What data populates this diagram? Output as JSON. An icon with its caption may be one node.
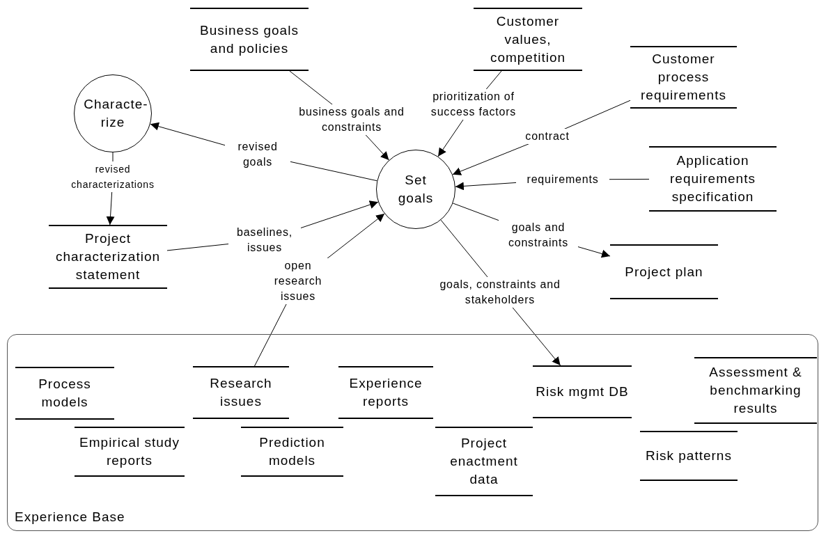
{
  "diagram": {
    "nodes": [
      {
        "text": [
          "Characte-rize"
        ]
      },
      {
        "text": [
          "Business goals and policies"
        ]
      },
      {
        "text": [
          "Customer values, competition"
        ]
      },
      {
        "text": [
          "Customer process requirements"
        ]
      },
      {
        "text": [
          "Set goals"
        ]
      },
      {
        "text": [
          "Application requirements specification"
        ]
      },
      {
        "text": [
          "Project characterization statement"
        ]
      },
      {
        "text": [
          "Project plan"
        ]
      },
      {
        "text": [
          "Experience Base"
        ]
      },
      {
        "text": [
          "Process models"
        ],
        "in": 8
      },
      {
        "text": [
          "Research issues"
        ],
        "in": 8
      },
      {
        "text": [
          "Experience reports"
        ],
        "in": 8
      },
      {
        "text": [
          "Risk mgmt DB"
        ],
        "in": 8
      },
      {
        "text": [
          "Assessment & benchmarking results"
        ],
        "in": 8
      },
      {
        "text": [
          "Empirical study reports"
        ],
        "in": 8
      },
      {
        "text": [
          "Prediction models"
        ],
        "in": 8
      },
      {
        "text": [
          "Project enactment data"
        ],
        "in": 8
      },
      {
        "text": [
          "Risk patterns"
        ],
        "in": 8
      }
    ],
    "edges": [
      {
        "from": 4,
        "to": 0,
        "arrow": "to",
        "label": "revised goals"
      },
      {
        "from": 0,
        "to": 6,
        "arrow": "to",
        "label": "revised characterizations"
      },
      {
        "from": 1,
        "to": 4,
        "arrow": "to",
        "label": "business goals and constraints"
      },
      {
        "from": 2,
        "to": 4,
        "arrow": "to",
        "label": "prioritization of success factors"
      },
      {
        "from": 3,
        "to": 4,
        "arrow": "to",
        "label": "contract"
      },
      {
        "from": 5,
        "to": 4,
        "arrow": "to",
        "label": "requirements"
      },
      {
        "from": 6,
        "to": 4,
        "arrow": "to",
        "label": "baselines, issues"
      },
      {
        "from": 10,
        "to": 4,
        "arrow": "to",
        "label": "open research issues"
      },
      {
        "from": 4,
        "to": 7,
        "arrow": "to",
        "label": "goals and constraints"
      },
      {
        "from": 4,
        "to": 12,
        "arrow": "to",
        "label": "goals, constraints and stakeholders"
      }
    ]
  }
}
